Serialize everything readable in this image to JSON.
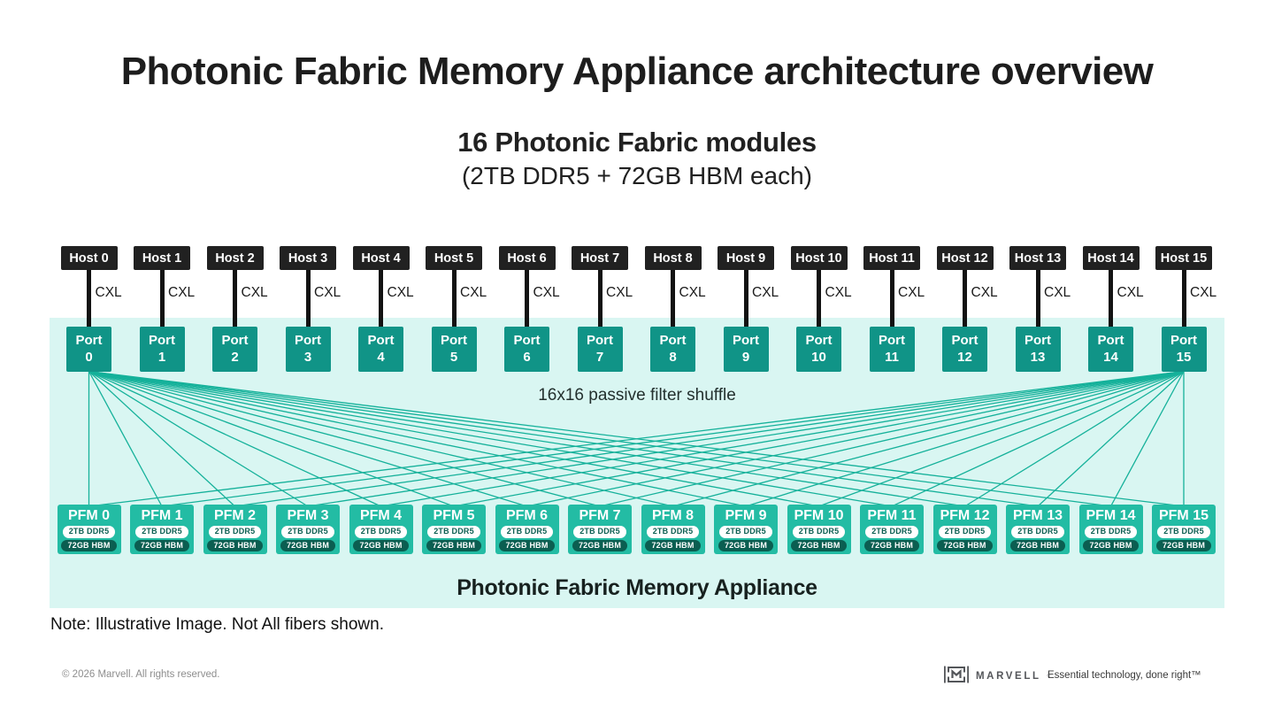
{
  "title": "Photonic Fabric Memory Appliance architecture overview",
  "subtitle": {
    "line1": "16 Photonic Fabric modules",
    "line2": "(2TB DDR5 + 72GB HBM each)"
  },
  "diagram": {
    "hosts": [
      "Host 0",
      "Host 1",
      "Host 2",
      "Host 3",
      "Host 4",
      "Host 5",
      "Host 6",
      "Host 7",
      "Host 8",
      "Host 9",
      "Host 10",
      "Host 11",
      "Host 12",
      "Host 13",
      "Host 14",
      "Host 15"
    ],
    "cxl_label": "CXL",
    "port_word": "Port",
    "port_numbers": [
      "0",
      "1",
      "2",
      "3",
      "4",
      "5",
      "6",
      "7",
      "8",
      "9",
      "10",
      "11",
      "12",
      "13",
      "14",
      "15"
    ],
    "shuffle_label": "16x16 passive filter shuffle",
    "pfms": [
      "PFM 0",
      "PFM 1",
      "PFM 2",
      "PFM 3",
      "PFM 4",
      "PFM 5",
      "PFM 6",
      "PFM 7",
      "PFM 8",
      "PFM 9",
      "PFM 10",
      "PFM 11",
      "PFM 12",
      "PFM 13",
      "PFM 14",
      "PFM 15"
    ],
    "ddr_label": "2TB DDR5",
    "hbm_label": "72GB HBM",
    "appliance_label": "Photonic Fabric Memory Appliance"
  },
  "note": "Note: Illustrative Image. Not All fibers shown.",
  "footer": {
    "copyright": "© 2026 Marvell. All rights reserved.",
    "brand": "MARVELL",
    "tagline": "Essential technology, done right™"
  },
  "colors": {
    "host_box": "#212121",
    "port_box": "#109487",
    "pfm_box": "#23bca4",
    "pill_dark": "#0b5e51",
    "band_bg": "#d9f6f2",
    "fiber_line": "#15b19a"
  }
}
